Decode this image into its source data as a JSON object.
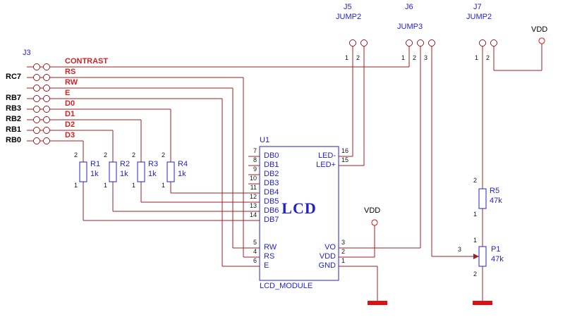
{
  "colors": {
    "wire": "#992222",
    "component_outline": "#2222cc",
    "net_label_red": "#cc2222",
    "power_red": "#dd1111",
    "text_black": "#000000",
    "background": "#ffffff"
  },
  "j3": {
    "ref": "J3",
    "port_labels": [
      "RC7",
      "RB7",
      "RB3",
      "RB2",
      "RB1",
      "RB0"
    ],
    "net_labels": [
      "CONTRAST",
      "RS",
      "RW",
      "E",
      "D0",
      "D1",
      "D2",
      "D3"
    ]
  },
  "j5": {
    "ref": "J5",
    "part": "JUMP2",
    "pin_numbers": [
      "1",
      "2"
    ]
  },
  "j6": {
    "ref": "J6",
    "part": "JUMP3",
    "pin_numbers": [
      "1",
      "2",
      "3"
    ]
  },
  "j7": {
    "ref": "J7",
    "part": "JUMP2",
    "pin_numbers": [
      "1",
      "2"
    ]
  },
  "u1": {
    "ref": "U1",
    "part": "LCD_MODULE",
    "display_text": "LCD",
    "left_pins": [
      {
        "num": "7",
        "name": "DB0"
      },
      {
        "num": "8",
        "name": "DB1"
      },
      {
        "num": "9",
        "name": "DB2"
      },
      {
        "num": "10",
        "name": "DB3"
      },
      {
        "num": "11",
        "name": "DB4"
      },
      {
        "num": "12",
        "name": "DB5"
      },
      {
        "num": "13",
        "name": "DB6"
      },
      {
        "num": "14",
        "name": "DB7"
      },
      {
        "num": "5",
        "name": "RW"
      },
      {
        "num": "4",
        "name": "RS"
      },
      {
        "num": "6",
        "name": "E"
      }
    ],
    "right_pins": [
      {
        "num": "16",
        "name": "LED-"
      },
      {
        "num": "15",
        "name": "LED+"
      },
      {
        "num": "3",
        "name": "VO"
      },
      {
        "num": "2",
        "name": "VDD"
      },
      {
        "num": "1",
        "name": "GND"
      }
    ]
  },
  "resistors": [
    {
      "ref": "R1",
      "value": "1k",
      "pin_top": "2",
      "pin_bottom": "1"
    },
    {
      "ref": "R2",
      "value": "1k",
      "pin_top": "2",
      "pin_bottom": "1"
    },
    {
      "ref": "R3",
      "value": "1k",
      "pin_top": "2",
      "pin_bottom": "1"
    },
    {
      "ref": "R4",
      "value": "1k",
      "pin_top": "2",
      "pin_bottom": "1"
    },
    {
      "ref": "R5",
      "value": "47k",
      "pin_top": "2",
      "pin_bottom": "1"
    }
  ],
  "p1": {
    "ref": "P1",
    "value": "47k",
    "pin_top": "1",
    "pin_wiper": "3",
    "pin_bottom": "2"
  },
  "power": {
    "vdd_center": "VDD",
    "vdd_right": "VDD"
  }
}
